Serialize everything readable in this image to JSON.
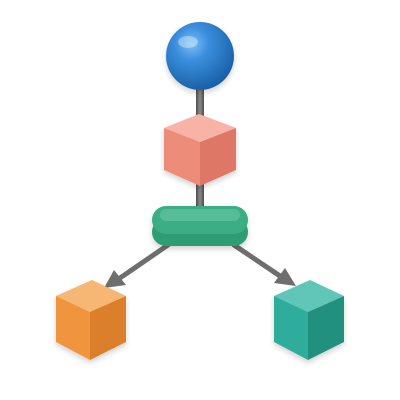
{
  "diagram": {
    "nodes": [
      {
        "id": "sphere",
        "shape": "sphere",
        "color": "#2E7ED0"
      },
      {
        "id": "top-cube",
        "shape": "cube",
        "color": "#EE8C7A"
      },
      {
        "id": "hub-pill",
        "shape": "pill",
        "color": "#3BAE85"
      },
      {
        "id": "left-cube",
        "shape": "cube",
        "color": "#F0953D"
      },
      {
        "id": "right-cube",
        "shape": "cube",
        "color": "#2FAC9C"
      }
    ],
    "edges": [
      {
        "from": "sphere",
        "to": "top-cube",
        "style": "rod"
      },
      {
        "from": "top-cube",
        "to": "hub-pill",
        "style": "rod"
      },
      {
        "from": "hub-pill",
        "to": "left-cube",
        "style": "arrow"
      },
      {
        "from": "hub-pill",
        "to": "right-cube",
        "style": "arrow"
      }
    ],
    "connector_color": "#6E6E6E"
  }
}
